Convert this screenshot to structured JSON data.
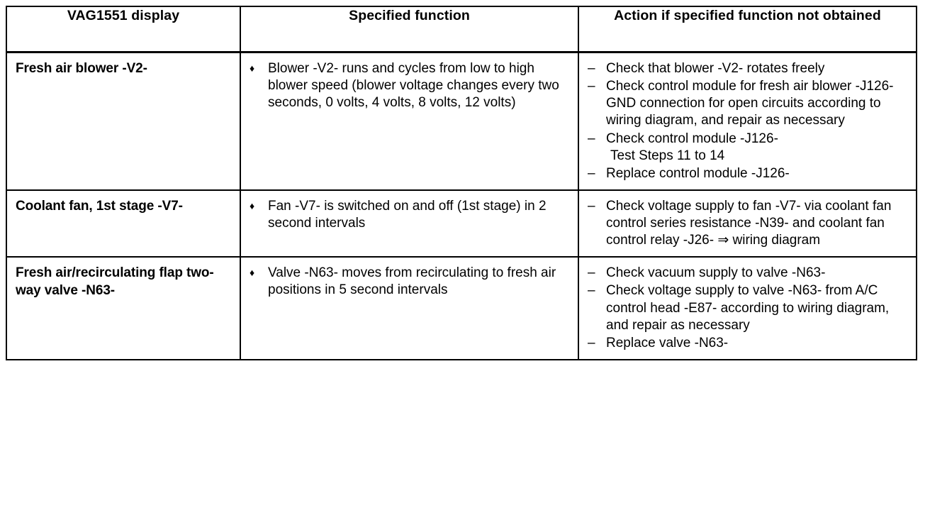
{
  "table": {
    "headers": [
      "VAG1551 display",
      "Specified function",
      "Action if specified function not obtained"
    ],
    "markers": {
      "diamond": "♦",
      "dash": "–",
      "implies_arrow": "⇒"
    },
    "rows": [
      {
        "display": "Fresh air blower -V2-",
        "specified_function": [
          "Blower -V2- runs and cycles from low to high blower speed (blower voltage changes every two seconds, 0 volts, 4 volts, 8 volts, 12 volts)"
        ],
        "actions": [
          {
            "text": "Check that blower -V2- rotates freely"
          },
          {
            "text": "Check control module for fresh air blower -J126- GND connection for open circuits according to wiring diagram, and repair as necessary"
          },
          {
            "text": "Check control module -J126-",
            "subline": "Test Steps 11 to 14"
          },
          {
            "text": "Replace control module -J126-"
          }
        ]
      },
      {
        "display": "Coolant fan, 1st stage -V7-",
        "specified_function": [
          "Fan -V7- is switched on and off (1st stage) in 2 second intervals"
        ],
        "actions": [
          {
            "text": "Check voltage supply to fan -V7- via coolant fan control series resistance -N39- and coolant fan control relay -J26- ⇒ wiring diagram"
          }
        ]
      },
      {
        "display": "Fresh air/recirculating flap two-way valve -N63-",
        "specified_function": [
          "Valve -N63- moves from recirculating to fresh air positions in 5 second intervals"
        ],
        "actions": [
          {
            "text": "Check vacuum supply to valve -N63-",
            "gap_after": true
          },
          {
            "text": "Check voltage supply to valve -N63- from A/C control head -E87- according to wiring diagram, and repair as necessary"
          },
          {
            "text": "Replace valve -N63-"
          }
        ]
      }
    ]
  }
}
